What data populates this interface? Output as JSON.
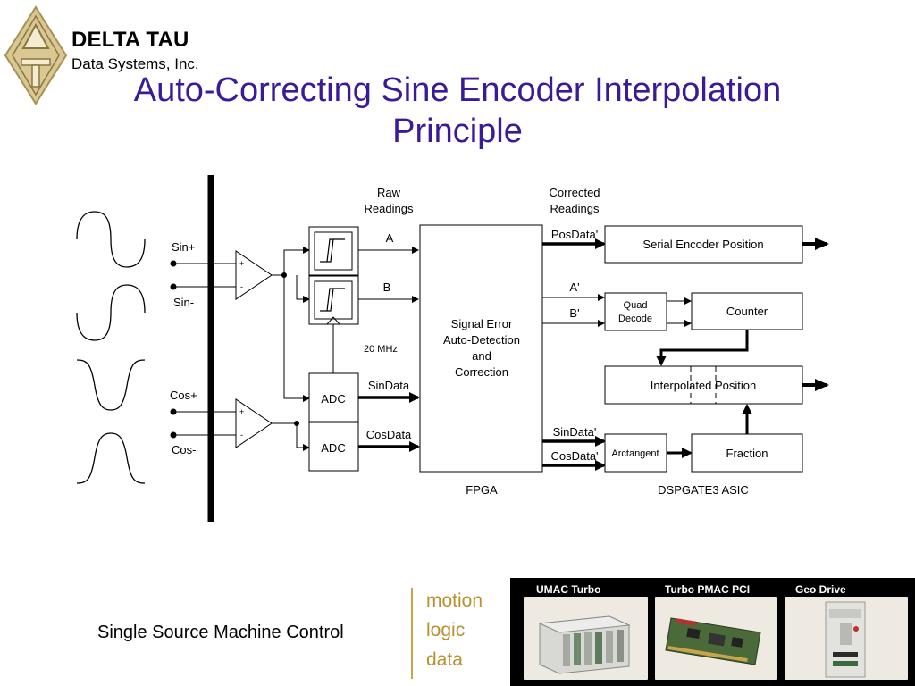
{
  "header": {
    "brand": "DELTA TAU",
    "brand_sub": "Data Systems, Inc.",
    "title_line1": "Auto-Correcting Sine Encoder Interpolation",
    "title_line2": "Principle"
  },
  "diagram": {
    "inputs": {
      "sin_plus": "Sin+",
      "sin_minus": "Sin-",
      "cos_plus": "Cos+",
      "cos_minus": "Cos-"
    },
    "raw_readings": [
      "Raw",
      "Readings"
    ],
    "corrected_readings": [
      "Corrected",
      "Readings"
    ],
    "signals": {
      "a": "A",
      "b": "B",
      "sindata": "SinData",
      "cosdata": "CosData",
      "posdata_prime": "PosData'",
      "a_prime": "A'",
      "b_prime": "B'",
      "sindata_prime": "SinData'",
      "cosdata_prime": "CosData'"
    },
    "clock": "20 MHz",
    "adc_label": "ADC",
    "fpga_block": [
      "Signal Error",
      "Auto-Detection",
      "and",
      "Correction"
    ],
    "fpga_caption": "FPGA",
    "asic_caption": "DSPGATE3 ASIC",
    "blocks": {
      "serial_encoder": "Serial Encoder Position",
      "quad_decode": [
        "Quad",
        "Decode"
      ],
      "counter": "Counter",
      "interpolated": "Interpolated Position",
      "arctangent": "Arctangent",
      "fraction": "Fraction"
    },
    "opamp_plus": "+",
    "opamp_minus": "-"
  },
  "footer": {
    "tagline": "Single Source Machine Control",
    "tags": [
      "motion",
      "logic",
      "data"
    ],
    "products": [
      "UMAC Turbo",
      "Turbo PMAC PCI",
      "Geo Drive"
    ]
  },
  "colors": {
    "title": "#3a1a9a",
    "gold": "#b8902c",
    "logo_gold": "#c2ac6a"
  }
}
